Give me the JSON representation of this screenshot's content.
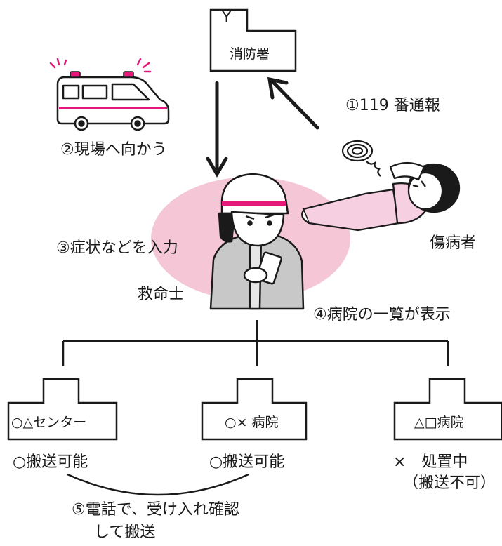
{
  "station": {
    "mark": "Y",
    "label": "消防署"
  },
  "steps": {
    "call": "①119 番通報",
    "dispatch": "②現場へ向かう",
    "input": "③症状などを入力",
    "display": "④病院の一覧が表示",
    "confirm_line1": "⑤電話で、受け入れ確認",
    "confirm_line2": "して搬送"
  },
  "roles": {
    "patient": "傷病者",
    "paramedic": "救命士"
  },
  "hospitals": [
    {
      "name": "○△センター",
      "status": "○搬送可能",
      "status2": ""
    },
    {
      "name": "○× 病院",
      "status": "○搬送可能",
      "status2": ""
    },
    {
      "name": "△□病院",
      "status": "×　処置中",
      "status2": "（搬送不可）"
    }
  ],
  "colors": {
    "accent_pink": "#e6197a",
    "ellipse_pink": "#f5c6d6",
    "line": "#1a1a1a"
  }
}
